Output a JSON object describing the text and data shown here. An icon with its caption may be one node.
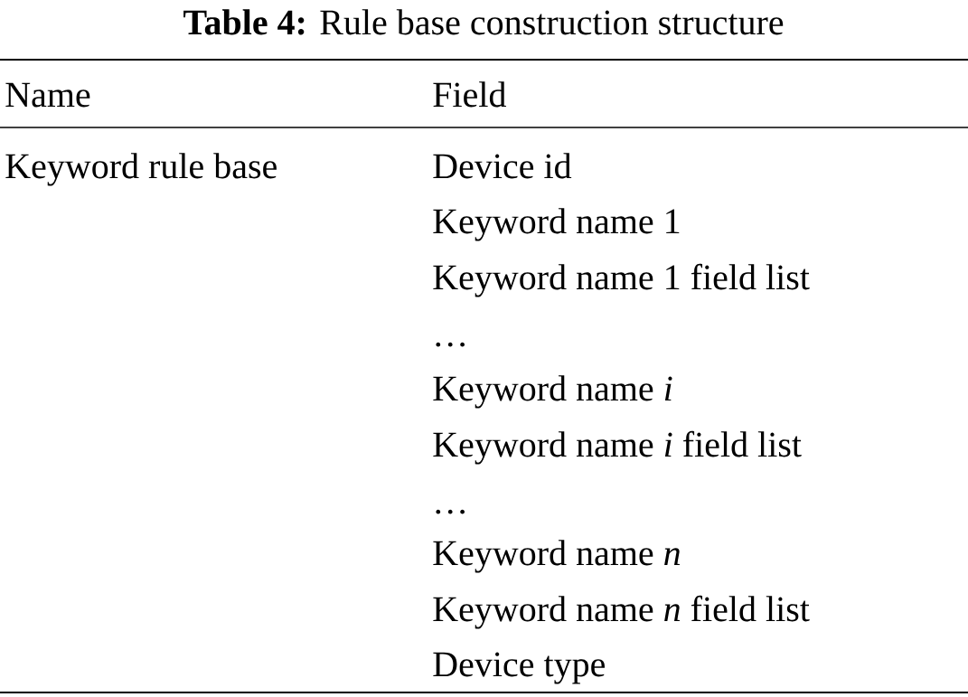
{
  "diagram": {
    "title": "**Table 4:** Rule base construction structure",
    "labels": [
      "Name",
      "Field",
      "Keyword rule base",
      "Device id",
      "Keyword name 1",
      "Keyword name 1 field list",
      "…",
      "Keyword name *i*",
      "Keyword name *i* field list",
      "…",
      "Keyword name *n*",
      "Keyword name *n* field list",
      "Device type"
    ]
  }
}
